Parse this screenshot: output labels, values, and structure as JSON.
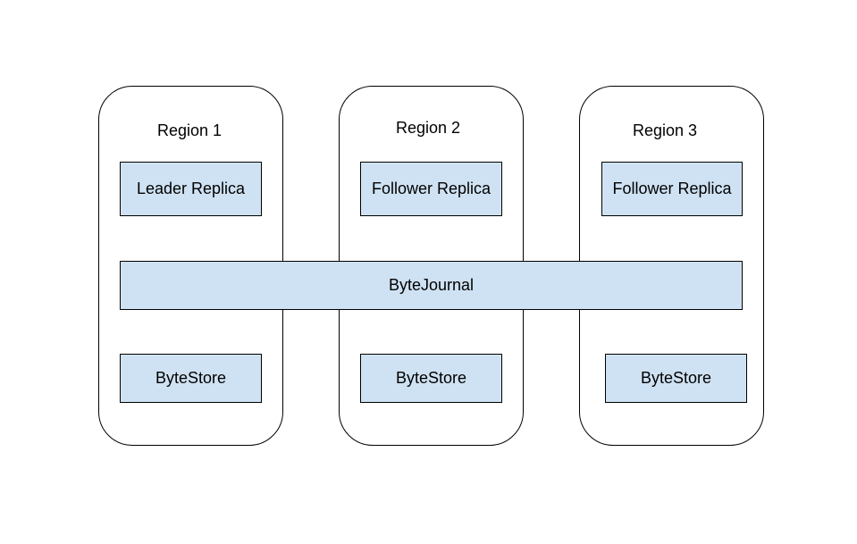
{
  "colors": {
    "box_fill": "#cfe2f3",
    "border": "#000000",
    "background": "#ffffff"
  },
  "regions": [
    {
      "title": "Region 1",
      "replica": "Leader Replica",
      "store": "ByteStore"
    },
    {
      "title": "Region 2",
      "replica": "Follower Replica",
      "store": "ByteStore"
    },
    {
      "title": "Region 3",
      "replica": "Follower Replica",
      "store": "ByteStore"
    }
  ],
  "journal": {
    "label": "ByteJournal"
  }
}
